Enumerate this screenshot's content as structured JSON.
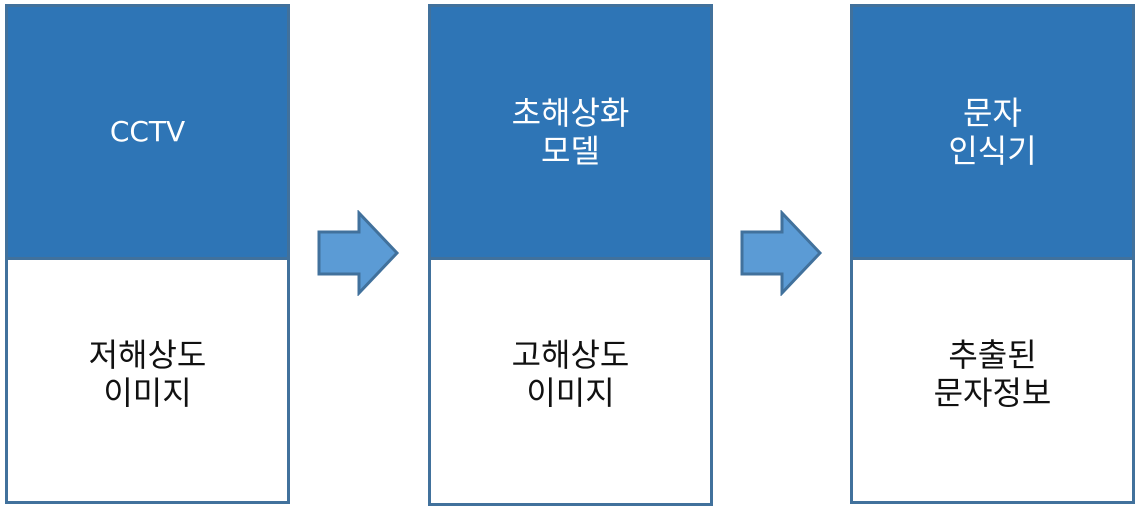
{
  "stages": [
    {
      "title": [
        "CCTV"
      ],
      "output": [
        "저해상도",
        "이미지"
      ]
    },
    {
      "title": [
        "초해상화",
        "모델"
      ],
      "output": [
        "고해상도",
        "이미지"
      ]
    },
    {
      "title": [
        "문자",
        "인식기"
      ],
      "output": [
        "추출된",
        "문자정보"
      ]
    }
  ],
  "colors": {
    "header_fill": "#2e75b6",
    "border": "#41719c",
    "arrow_fill": "#5b9bd5",
    "arrow_stroke": "#41719c"
  },
  "icons": {
    "connector": "right-arrow-icon"
  }
}
